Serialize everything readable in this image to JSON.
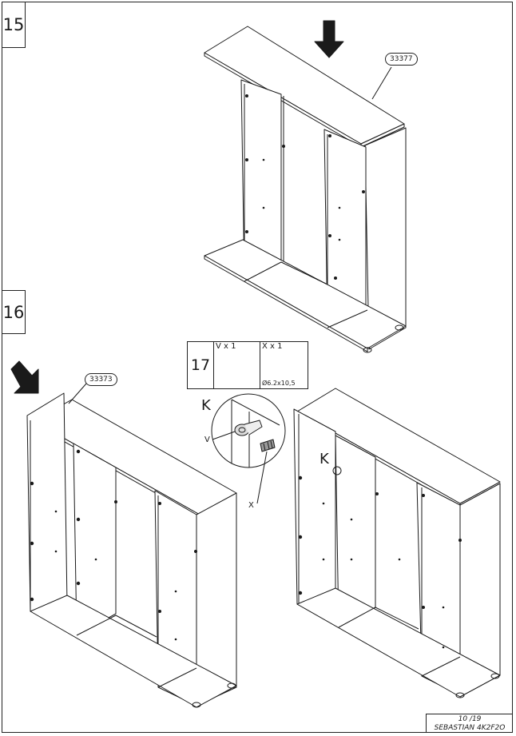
{
  "steps": {
    "step15": "15",
    "step16": "16",
    "step17": "17"
  },
  "parts": {
    "top_panel_15": "33377",
    "top_panel_16": "33373"
  },
  "hardware": {
    "v": {
      "qty": "V x 1",
      "callout": "V"
    },
    "x": {
      "qty": "X x 1",
      "size": "Ø6.2x10,5",
      "callout": "X"
    },
    "k": "K"
  },
  "footer": {
    "page": "10 /19",
    "model": "SEBASTIAN 4K2F2O"
  },
  "icons": [
    "down-arrow-icon",
    "diagonal-arrow-icon",
    "cam-lock-icon",
    "screw-icon"
  ]
}
